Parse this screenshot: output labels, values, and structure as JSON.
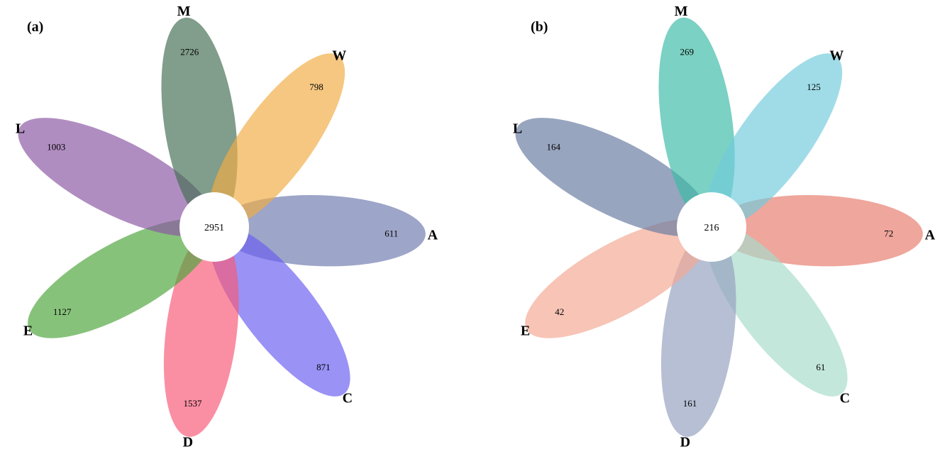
{
  "panels": [
    {
      "label": "(a)",
      "core": "2951",
      "petals": [
        {
          "name": "A",
          "count": "611",
          "color": "#6f7aae"
        },
        {
          "name": "C",
          "count": "871",
          "color": "#6a5ff0"
        },
        {
          "name": "D",
          "count": "1537",
          "color": "#f75a77"
        },
        {
          "name": "E",
          "count": "1127",
          "color": "#4ea53c"
        },
        {
          "name": "L",
          "count": "1003",
          "color": "#8b57a4"
        },
        {
          "name": "M",
          "count": "2726",
          "color": "#466f54"
        },
        {
          "name": "W",
          "count": "798",
          "color": "#f0ad45"
        }
      ]
    },
    {
      "label": "(b)",
      "core": "216",
      "petals": [
        {
          "name": "A",
          "count": "72",
          "color": "#e87c6d"
        },
        {
          "name": "C",
          "count": "61",
          "color": "#a7dcca"
        },
        {
          "name": "D",
          "count": "161",
          "color": "#94a0be"
        },
        {
          "name": "E",
          "count": "42",
          "color": "#f3a894"
        },
        {
          "name": "L",
          "count": "164",
          "color": "#677aa0"
        },
        {
          "name": "M",
          "count": "269",
          "color": "#3dbba7"
        },
        {
          "name": "W",
          "count": "125",
          "color": "#73cbdc"
        }
      ]
    }
  ]
}
